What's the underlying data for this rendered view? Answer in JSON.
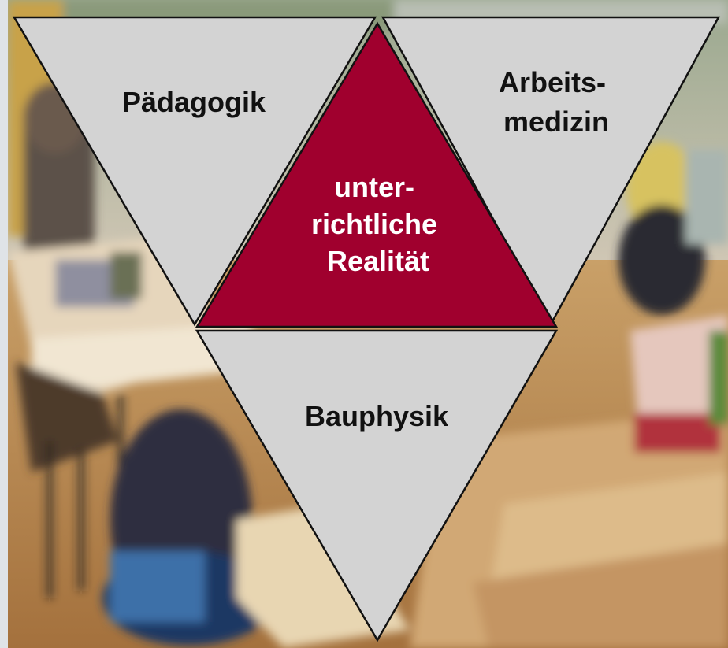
{
  "diagram": {
    "top_left": {
      "lines": [
        "Pädagogik"
      ]
    },
    "top_right": {
      "lines": [
        "Arbeits-",
        "medizin"
      ]
    },
    "center": {
      "lines": [
        "unter-",
        "richtliche",
        "Realität"
      ]
    },
    "bottom": {
      "lines": [
        "Bauphysik"
      ]
    }
  },
  "colors": {
    "grey_triangle_fill": "#d3d3d3",
    "center_triangle_fill": "#a0002e",
    "center_text": "#ffffff",
    "outer_text": "#111111",
    "outline": "#111111",
    "frame": "#dfe3e7"
  }
}
